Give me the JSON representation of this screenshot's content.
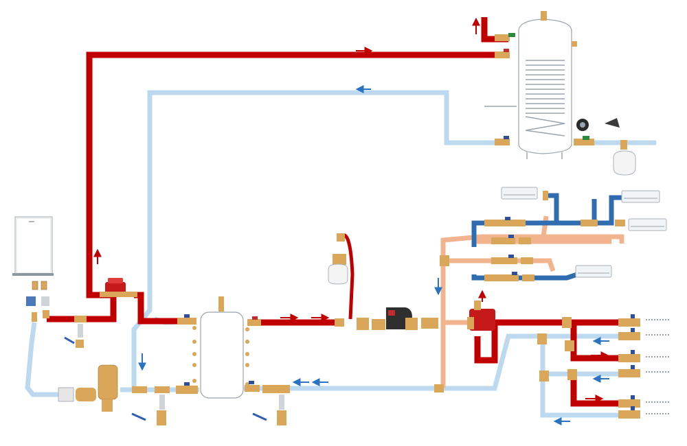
{
  "diagram": {
    "kind": "heating-schematic",
    "colors": {
      "hot_pipe": "#c00000",
      "cold_pipe": "#bcd9ef",
      "blue_pipe": "#2f6db0",
      "orange_pipe": "#f2b48f",
      "brass": "#d9a65a",
      "red_arrow": "#c00000",
      "blue_arrow": "#2a72c2"
    },
    "components": {
      "boiler": "wall-boiler",
      "dhw_tank": "dhw-storage-tank-with-coil",
      "buffer_tank": "buffer-tank",
      "expansion_vessel_small": "expansion-vessel",
      "expansion_vessel_dhw": "dhw-expansion-vessel",
      "pumps": [
        "mixing-pump-left",
        "circulation-pump",
        "mixing-pump-right"
      ],
      "fan_coils": 4,
      "manifold_circuits": 4
    }
  }
}
